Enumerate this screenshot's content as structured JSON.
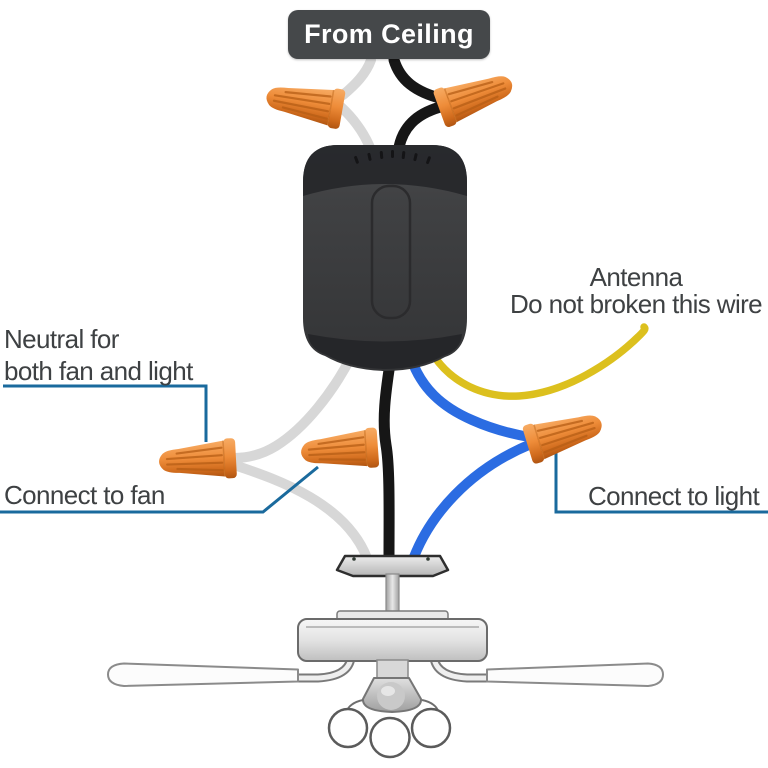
{
  "title": {
    "from_ceiling": "From Ceiling"
  },
  "callouts": {
    "antenna": {
      "line1": "Antenna",
      "line2": "Do not broken this wire"
    },
    "neutral": {
      "line1": "Neutral for",
      "line2": "both fan and light"
    },
    "connect_fan": {
      "label": "Connect to fan"
    },
    "connect_light": {
      "label": "Connect to light"
    }
  },
  "colors": {
    "neutral_wire": "#d7d7d7",
    "live_wire": "#161616",
    "light_wire": "#2b6ce2",
    "antenna_wire": "#dcc01e",
    "wire_nut": "#ec8733",
    "callout_line": "#1a6a9d",
    "label_text": "#3e4143",
    "title_box_bg": "#45484a",
    "title_box_text": "#ffffff",
    "receiver_body": "#3a3b3d"
  }
}
